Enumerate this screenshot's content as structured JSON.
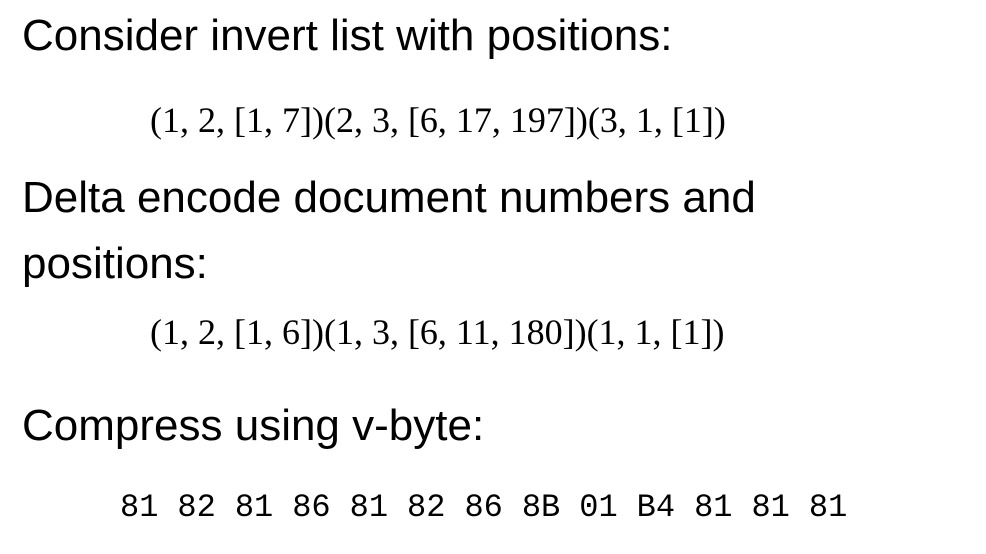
{
  "slide": {
    "heading_1": "Consider invert list with positions:",
    "formula_1": "(1, 2, [1, 7])(2, 3, [6, 17, 197])(3, 1, [1])",
    "heading_2_line_1": "Delta encode document numbers and",
    "heading_2_line_2": "positions:",
    "formula_2": "(1, 2, [1, 6])(1, 3, [6, 11, 180])(1, 1, [1])",
    "heading_3": "Compress using v-byte:",
    "vbyte_bytes": [
      "81",
      "82",
      "81",
      "86",
      "81",
      "82",
      "86",
      "8B",
      "01",
      "B4",
      "81",
      "81",
      "81"
    ]
  }
}
